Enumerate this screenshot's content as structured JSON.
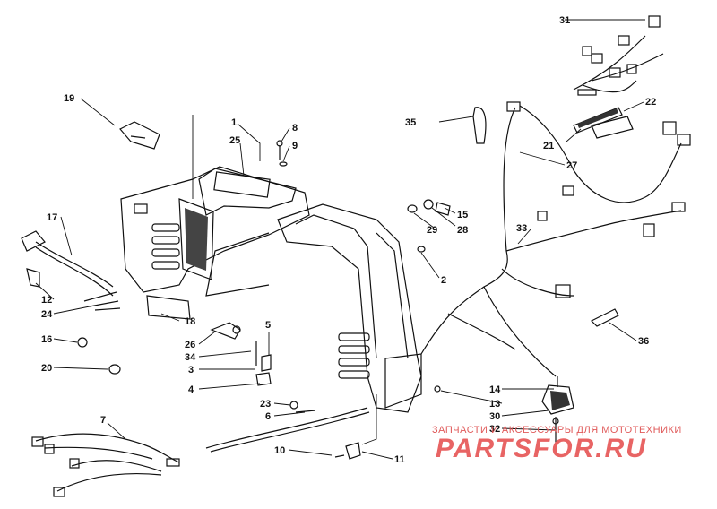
{
  "colors": {
    "ink": "#111111",
    "watermark": "#e05a5a"
  },
  "callouts": [
    {
      "id": "c1",
      "text": "1"
    },
    {
      "id": "c2",
      "text": "2"
    },
    {
      "id": "c3",
      "text": "3"
    },
    {
      "id": "c4",
      "text": "4"
    },
    {
      "id": "c5",
      "text": "5"
    },
    {
      "id": "c6",
      "text": "6"
    },
    {
      "id": "c7",
      "text": "7"
    },
    {
      "id": "c8",
      "text": "8"
    },
    {
      "id": "c9",
      "text": "9"
    },
    {
      "id": "c10",
      "text": "10"
    },
    {
      "id": "c11",
      "text": "11"
    },
    {
      "id": "c12",
      "text": "12"
    },
    {
      "id": "c13",
      "text": "13"
    },
    {
      "id": "c14",
      "text": "14"
    },
    {
      "id": "c15",
      "text": "15"
    },
    {
      "id": "c16",
      "text": "16"
    },
    {
      "id": "c17",
      "text": "17"
    },
    {
      "id": "c18",
      "text": "18"
    },
    {
      "id": "c19",
      "text": "19"
    },
    {
      "id": "c20",
      "text": "20"
    },
    {
      "id": "c21",
      "text": "21"
    },
    {
      "id": "c22",
      "text": "22"
    },
    {
      "id": "c23",
      "text": "23"
    },
    {
      "id": "c24",
      "text": "24"
    },
    {
      "id": "c25",
      "text": "25"
    },
    {
      "id": "c26",
      "text": "26"
    },
    {
      "id": "c27",
      "text": "27"
    },
    {
      "id": "c28",
      "text": "28"
    },
    {
      "id": "c29",
      "text": "29"
    },
    {
      "id": "c30",
      "text": "30"
    },
    {
      "id": "c31",
      "text": "31"
    },
    {
      "id": "c32",
      "text": "32"
    },
    {
      "id": "c33",
      "text": "33"
    },
    {
      "id": "c34",
      "text": "34"
    },
    {
      "id": "c35",
      "text": "35"
    },
    {
      "id": "c36",
      "text": "36"
    }
  ],
  "watermark": {
    "tagline": "ЗАПЧАСТИ И АКСЕССУАРЫ ДЛЯ МОТОТЕХНИКИ",
    "logo": "PARTSFOR.RU"
  }
}
